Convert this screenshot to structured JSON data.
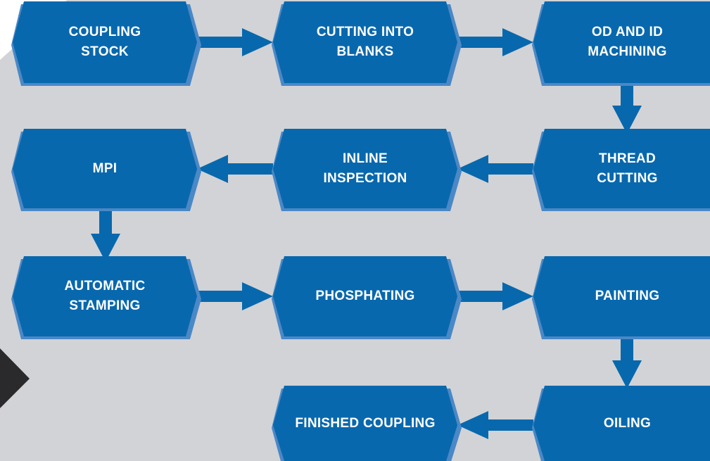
{
  "diagram": {
    "colors": {
      "node_fill": "#0868ad",
      "node_shadow": "#4b88c6",
      "arrow": "#0868ad",
      "background": "#d2d3d6",
      "text": "#ffffff"
    },
    "nodes": {
      "coupling_stock": "COUPLING\nSTOCK",
      "cutting_into_blanks": "CUTTING INTO\nBLANKS",
      "od_and_id_machining": "OD AND ID\nMACHINING",
      "thread_cutting": "THREAD\nCUTTING",
      "inline_inspection": "INLINE\nINSPECTION",
      "mpi": "MPI",
      "automatic_stamping": "AUTOMATIC\nSTAMPING",
      "phosphating": "PHOSPHATING",
      "painting": "PAINTING",
      "oiling": "OILING",
      "finished_coupling": "FINISHED COUPLING"
    },
    "flow": [
      "coupling_stock",
      "cutting_into_blanks",
      "od_and_id_machining",
      "thread_cutting",
      "inline_inspection",
      "mpi",
      "automatic_stamping",
      "phosphating",
      "painting",
      "oiling",
      "finished_coupling"
    ]
  }
}
